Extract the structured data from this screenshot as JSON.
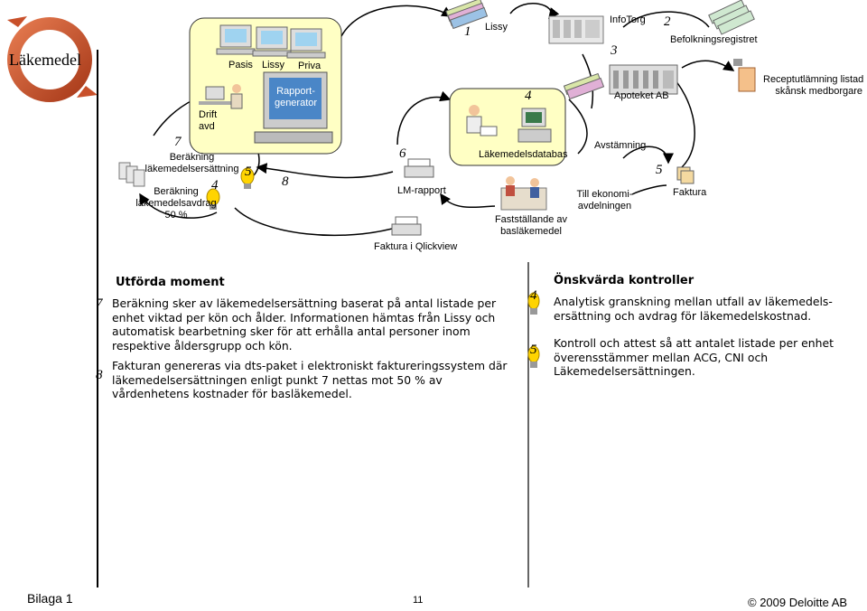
{
  "title": "Läkemedel",
  "diagram": {
    "pc_labels": [
      "Pasis",
      "Lissy",
      "Priva"
    ],
    "drift_avd": "Drift\navd",
    "rapportgenerator": "Rapport-\ngenerator",
    "lissy": "Lissy",
    "infotorg": "InfoTorg",
    "befolkningsregistret": "Befolkningsregistret",
    "apoteket": "Apoteket AB",
    "receptutlamning": "Receptutlämning listad\nskånsk medborgare",
    "lakemedelsdatabas": "Läkemedelsdatabas",
    "avstamning": "Avstämning",
    "till_ekonomi": "Till ekonomi-\navdelningen",
    "faktura": "Faktura",
    "faststallande": "Fastställande av\nbasläkemedel",
    "lm_rapport": "LM-rapport",
    "faktura_qlick": "Faktura i Qlickview",
    "berakning_ers": "Beräkning\nläkemedelsersättning",
    "berakning_avdrag": "Beräkning\nläkemedelsavdrag\n50 %",
    "numbers": {
      "n1": "1",
      "n2": "2",
      "n3": "3",
      "n4a": "4",
      "n5a": "5",
      "n6": "6",
      "n7": "7",
      "n4b": "4",
      "n5b": "5",
      "n8": "8"
    }
  },
  "left_section": {
    "heading": "Utförda moment",
    "marker1": "7",
    "para1": "Beräkning sker av läkemedelsersättning baserat på antal listade per enhet viktad per kön och ålder. Informationen hämtas från Lissy och automatisk bearbetning sker för att erhålla antal personer inom respektive åldersgrupp och kön.",
    "marker2": "8",
    "para2": "Fakturan genereras via dts-paket i elektroniskt faktureringssystem där läkemedelsersättningen enligt punkt 7 nettas mot 50 % av vårdenhetens kostnader för basläkemedel."
  },
  "right_section": {
    "heading": "Önskvärda kontroller",
    "marker1": "4",
    "para1": "Analytisk granskning mellan utfall av läkemedels-ersättning och avdrag för läkemedelskostnad.",
    "marker2": "5",
    "para2": "Kontroll och attest så att antalet listade per enhet överensstämmer mellan ACG, CNI och Läkemedelsersättningen."
  },
  "footer": {
    "left": "Bilaga 1",
    "page": "11",
    "copyright": "© 2009 Deloitte AB"
  },
  "colors": {
    "title_ring": "#c8502a",
    "yellow_box": "#ffffc4",
    "bulb": "#ffd400"
  }
}
